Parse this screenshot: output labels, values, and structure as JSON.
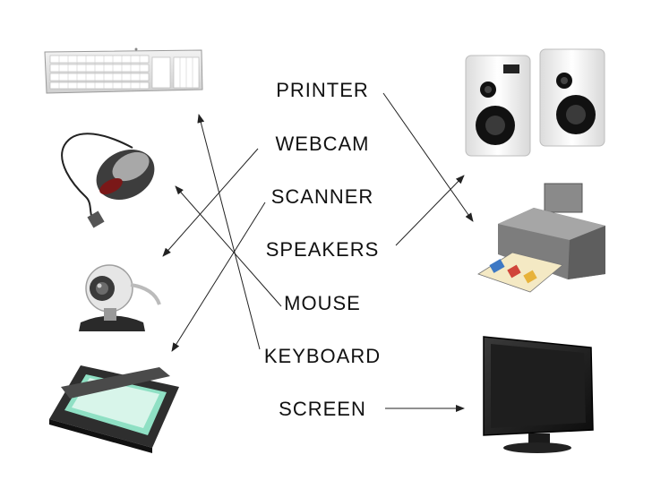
{
  "words": [
    {
      "id": "printer",
      "label": "PRINTER"
    },
    {
      "id": "webcam",
      "label": "WEBCAM"
    },
    {
      "id": "scanner",
      "label": "SCANNER"
    },
    {
      "id": "speakers",
      "label": "SPEAKERS"
    },
    {
      "id": "mouse",
      "label": "MOUSE"
    },
    {
      "id": "keyboard",
      "label": "KEYBOARD"
    },
    {
      "id": "screen",
      "label": "SCREEN"
    }
  ],
  "pictures_left": [
    "keyboard-icon",
    "mouse-icon",
    "webcam-icon",
    "scanner-icon"
  ],
  "pictures_right": [
    "speakers-icon",
    "printer-icon",
    "monitor-icon"
  ],
  "arrows": [
    {
      "from": "PRINTER",
      "to": "printer-icon"
    },
    {
      "from": "WEBCAM",
      "to": "webcam-icon"
    },
    {
      "from": "SCANNER",
      "to": "scanner-icon"
    },
    {
      "from": "SPEAKERS",
      "to": "speakers-icon"
    },
    {
      "from": "MOUSE",
      "to": "mouse-icon"
    },
    {
      "from": "KEYBOARD",
      "to": "keyboard-icon"
    },
    {
      "from": "SCREEN",
      "to": "monitor-icon"
    }
  ],
  "colors": {
    "line": "#222222",
    "text": "#111111",
    "background": "#ffffff"
  }
}
